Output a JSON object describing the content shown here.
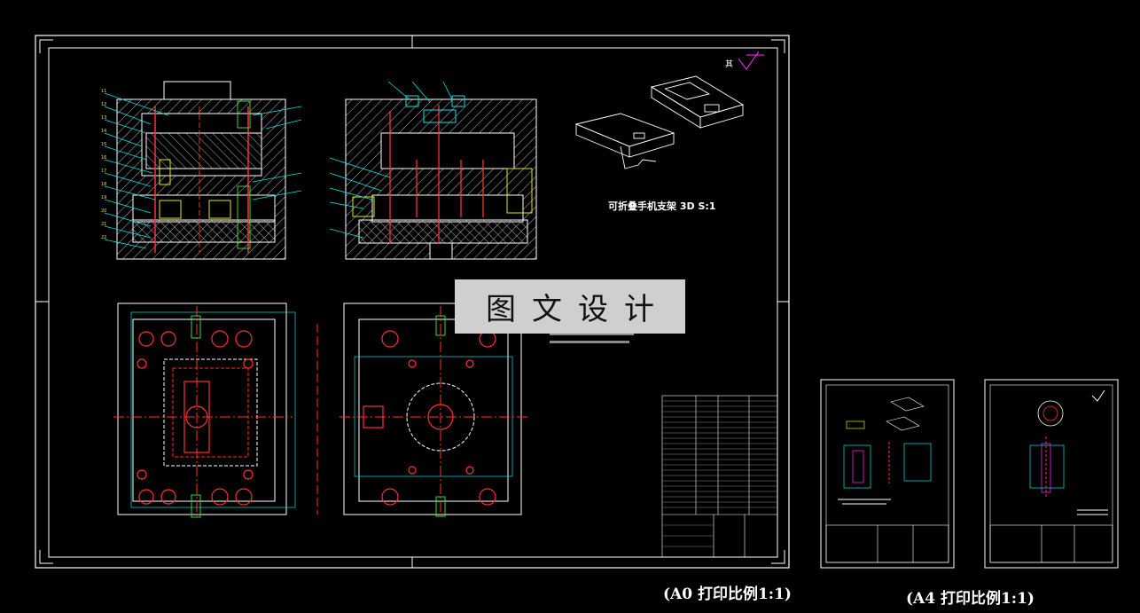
{
  "drawing": {
    "label_3d": "可折叠手机支架  3D S:1",
    "watermark": "图文设计",
    "caption_a0": "(A0 打印比例1:1)",
    "caption_a4": "(A4 打印比例1:1)"
  },
  "colors": {
    "background": "#000000",
    "frame": "#ffffff",
    "cyan": "#00e5e5",
    "red": "#ff3030",
    "yellow": "#e6e600",
    "green": "#33dd33",
    "magenta": "#ff30ff"
  }
}
